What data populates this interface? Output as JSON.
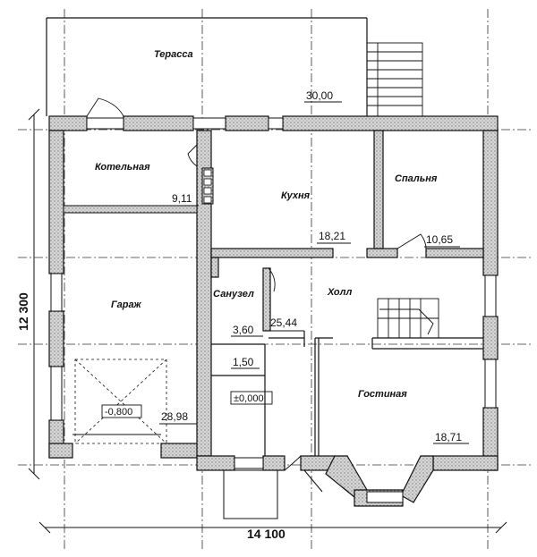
{
  "rooms": {
    "terrace": {
      "name": "Терасса",
      "area": "30,00"
    },
    "boiler": {
      "name": "Котельная",
      "area": "9,11"
    },
    "kitchen": {
      "name": "Кухня",
      "area": "18,21"
    },
    "bedroom": {
      "name": "Спальня",
      "area": "10,65"
    },
    "garage": {
      "name": "Гараж",
      "area": "28,98"
    },
    "bathroom": {
      "name": "Санузел",
      "area": "3,60"
    },
    "hall": {
      "name": "Холл",
      "area": "25,44"
    },
    "closet": {
      "area": "1,50"
    },
    "living": {
      "name": "Гостиная",
      "area": "18,71"
    }
  },
  "levels": {
    "floor": "±0,000",
    "garage": "-0,800"
  },
  "dimensions": {
    "width": "14 100",
    "height": "12 300"
  },
  "colors": {
    "line": "#111111",
    "wall_fill": "#cfcfcf",
    "paper": "#ffffff"
  }
}
